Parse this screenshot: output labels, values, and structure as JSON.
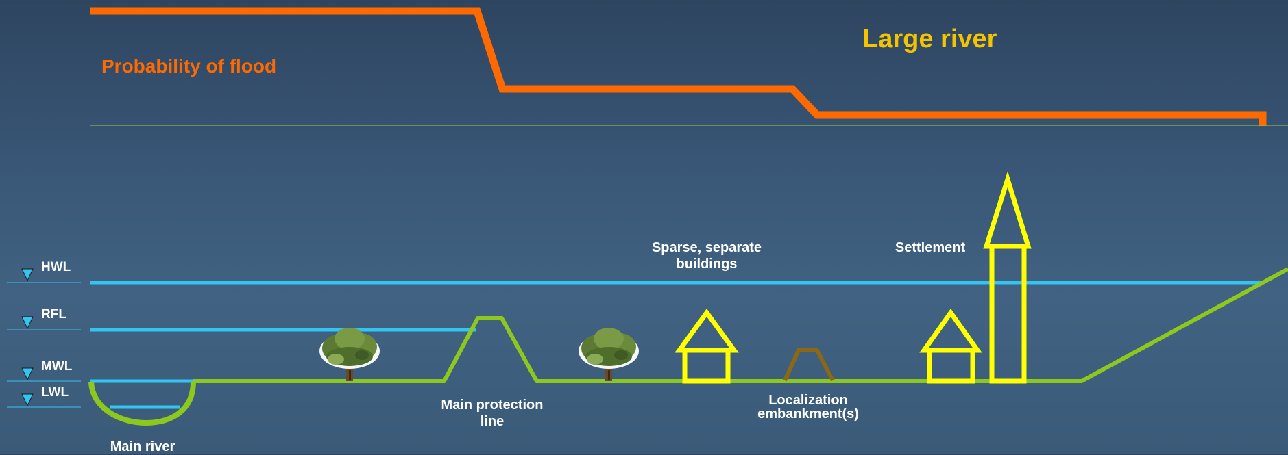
{
  "title": "Large river",
  "probability_label": "Probability of flood",
  "water_levels": [
    "HWL",
    "RFL",
    "MWL",
    "LWL"
  ],
  "labels": {
    "main_river": "Main river",
    "main_protection": "Main protection\nline",
    "sparse_buildings": "Sparse, separate\nbuildings",
    "localization": "Localization\nembankment(s)",
    "settlement": "Settlement"
  },
  "colors": {
    "probability_line": "#ff6a00",
    "title": "#f5c400",
    "water": "#33c4f0",
    "ground": "#8cc81e",
    "buildings": "#ffff00",
    "small_embankment": "#8b6914"
  }
}
